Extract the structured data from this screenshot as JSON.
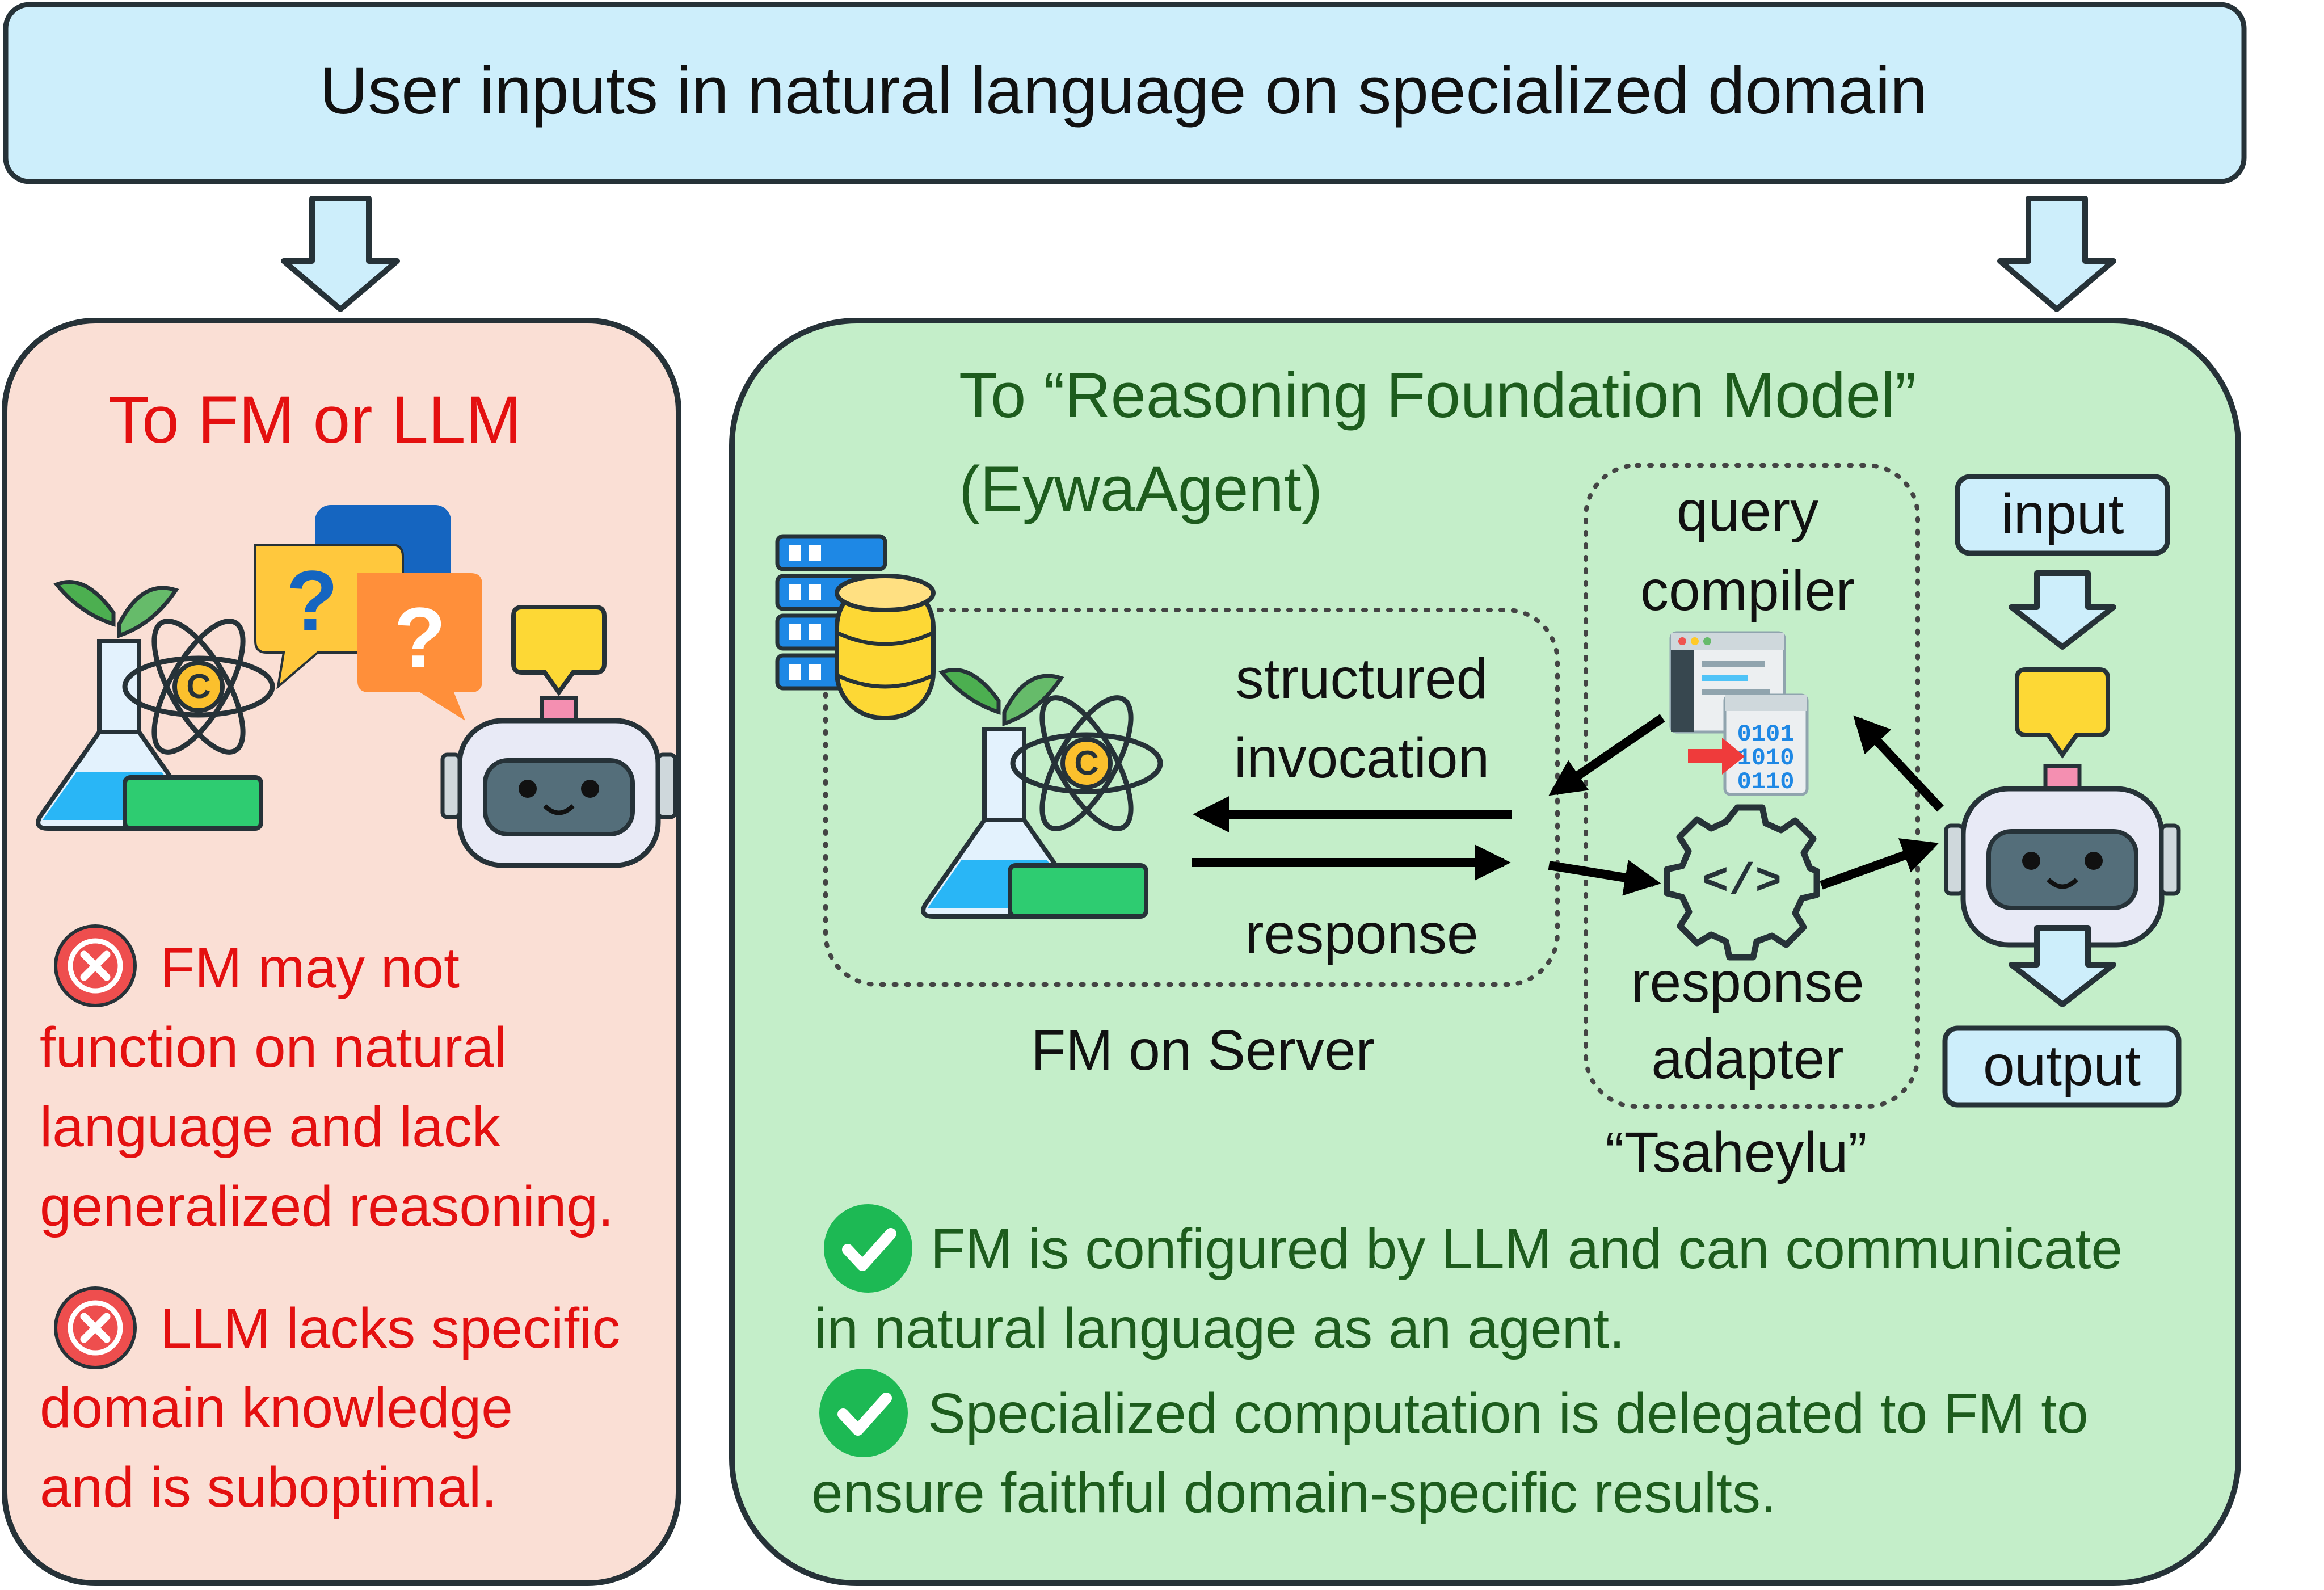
{
  "header": {
    "text": "User inputs in natural language on specialized domain"
  },
  "left_panel": {
    "title": "To FM or LLM",
    "points": [
      {
        "lines": [
          "FM may not",
          "function on natural",
          "language and lack",
          "generalized reasoning."
        ]
      },
      {
        "lines": [
          "LLM lacks specific",
          "domain knowledge",
          "and is suboptimal."
        ]
      }
    ]
  },
  "right_panel": {
    "title_line1": "To “Reasoning Foundation Model”",
    "title_line2": "(EywaAgent)",
    "server_label": "FM on Server",
    "structured_line1": "structured",
    "structured_line2": "invocation",
    "response_label": "response",
    "compiler_line1": "query",
    "compiler_line2": "compiler",
    "adapter_line1": "response",
    "adapter_line2": "adapter",
    "tsaheylu_label": "“Tsaheylu”",
    "input_label": "input",
    "output_label": "output",
    "points": [
      {
        "lines": [
          "FM is configured by LLM and can communicate",
          "in natural language as an agent."
        ]
      },
      {
        "lines": [
          "Specialized computation is delegated to FM to",
          "ensure faithful domain-specific results."
        ]
      }
    ]
  },
  "colors": {
    "header_fill": "#cdeefb",
    "left_fill": "#fadfd5",
    "right_fill": "#c4eec9",
    "red_text": "#e41010",
    "green_text": "#1d5c1d",
    "outline": "#263238",
    "check_green": "#1db954",
    "cross_red": "#ee4e4e"
  }
}
